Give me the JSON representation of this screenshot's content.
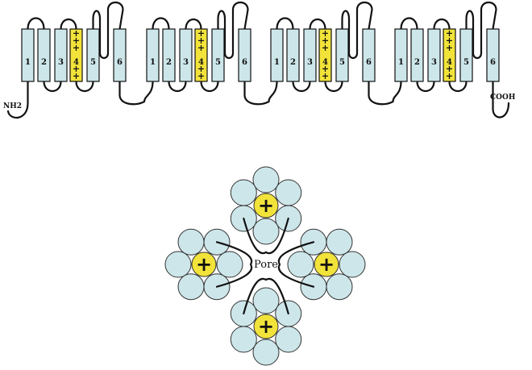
{
  "topology": {
    "domains": 4,
    "helix_labels": [
      "1",
      "2",
      "3",
      "4",
      "5",
      "6"
    ],
    "voltage_sensor_helix": "4",
    "charge_symbol": "+",
    "n_terminus": "NH2",
    "c_terminus": "COOH"
  },
  "pore_view": {
    "pore_label": "Pore",
    "charge_symbol": "+"
  },
  "colors": {
    "helix": "#cde6ea",
    "sensor": "#f2e33a",
    "stroke": "#111111"
  }
}
